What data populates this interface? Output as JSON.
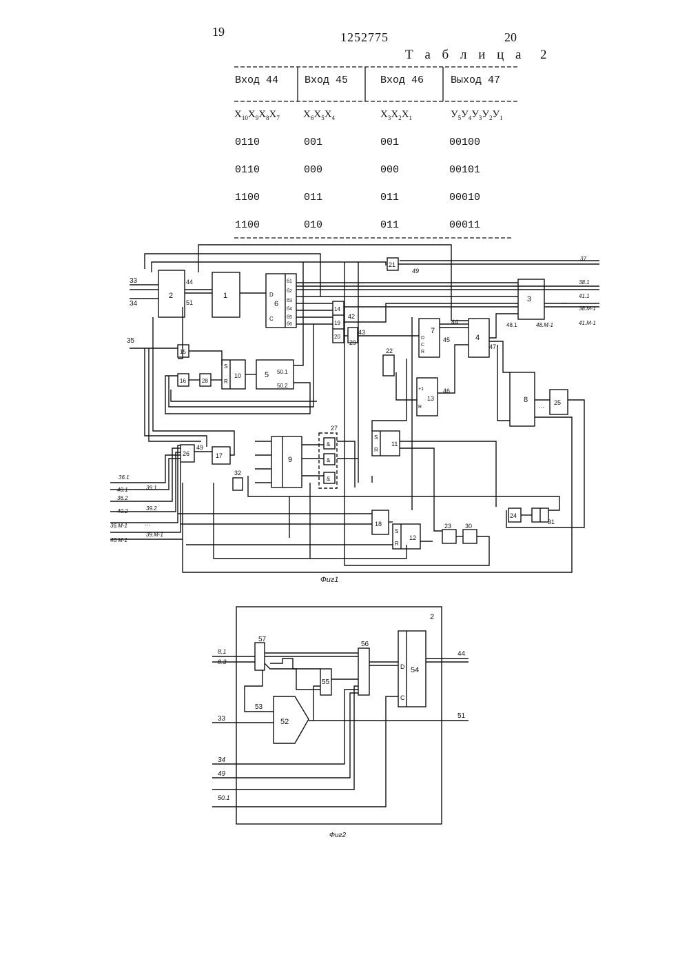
{
  "page": {
    "left_number": "19",
    "patent_number": "1252775",
    "right_number": "20"
  },
  "table": {
    "title": "Т а б л и ц а  2",
    "headers": [
      "Вход 44",
      "Вход 45",
      "Вход 46",
      "Выход 47"
    ],
    "variables": [
      {
        "base": "X",
        "subs": [
          "10",
          "9",
          "8",
          "7"
        ]
      },
      {
        "base": "X",
        "subs": [
          "6",
          "5",
          "4"
        ]
      },
      {
        "base": "X",
        "subs": [
          "3",
          "2",
          "1"
        ]
      },
      {
        "base": "У",
        "subs": [
          "5",
          "4",
          "3",
          "2",
          "1"
        ]
      }
    ],
    "rows": [
      [
        "0110",
        "001",
        "001",
        "00100"
      ],
      [
        "0110",
        "000",
        "000",
        "00101"
      ],
      [
        "1100",
        "011",
        "011",
        "00010"
      ],
      [
        "1100",
        "010",
        "011",
        "00011"
      ]
    ]
  },
  "fig1": {
    "caption": "Фиг1",
    "blocks": {
      "b1": "1",
      "b2": "2",
      "b3": "3",
      "b4": "4",
      "b5": "5",
      "b6": "6",
      "b7": "7",
      "b8": "8",
      "b9": "9",
      "b10": "10",
      "b11": "11",
      "b12": "12",
      "b13": "13",
      "b14": "14",
      "b15": "15",
      "b16": "16",
      "b17": "17",
      "b18": "18",
      "b19": "19",
      "b20": "20",
      "b21": "21",
      "b22": "22",
      "b23": "23",
      "b24": "24",
      "b25": "25",
      "b26": "26",
      "b27": "27",
      "b28": "28",
      "b29": "29",
      "b30": "30",
      "b31": "31",
      "b32": "32"
    },
    "inputs": [
      "33",
      "34",
      "35",
      "36.1",
      "40.1",
      "36.2",
      "40.2",
      "36.M-1",
      "40.M-1"
    ],
    "outputs": [
      "37",
      "38.1",
      "41.1",
      "38.M-1",
      "41.M-1"
    ],
    "wires": [
      "44",
      "51",
      "49",
      "43",
      "42",
      "45",
      "46",
      "47",
      "48.1",
      "48.M-1",
      "50.1",
      "50.2",
      "39.1",
      "39.2",
      "39.M-1"
    ],
    "pins": {
      "b6_outs": [
        "б1",
        "б2",
        "б3",
        "б4",
        "б5",
        "б6"
      ],
      "b6_d": "D",
      "b6_c": "C",
      "sr_s": "S",
      "sr_r": "R",
      "b7_pins": [
        "D",
        "C",
        "R"
      ],
      "b13_pins": [
        "+1",
        "R"
      ],
      "and_sign": "&",
      "dots": "..."
    }
  },
  "fig2": {
    "caption": "Фиг2",
    "frame_label": "2",
    "blocks": {
      "b52": "52",
      "b53": "53",
      "b54": "54",
      "b55": "55",
      "b56": "56",
      "b57": "57"
    },
    "inputs": [
      "8.1",
      "8.3",
      "33",
      "34",
      "49",
      "50.1"
    ],
    "outputs": [
      "44",
      "51"
    ],
    "pins": {
      "d": "D",
      "c": "C"
    }
  }
}
